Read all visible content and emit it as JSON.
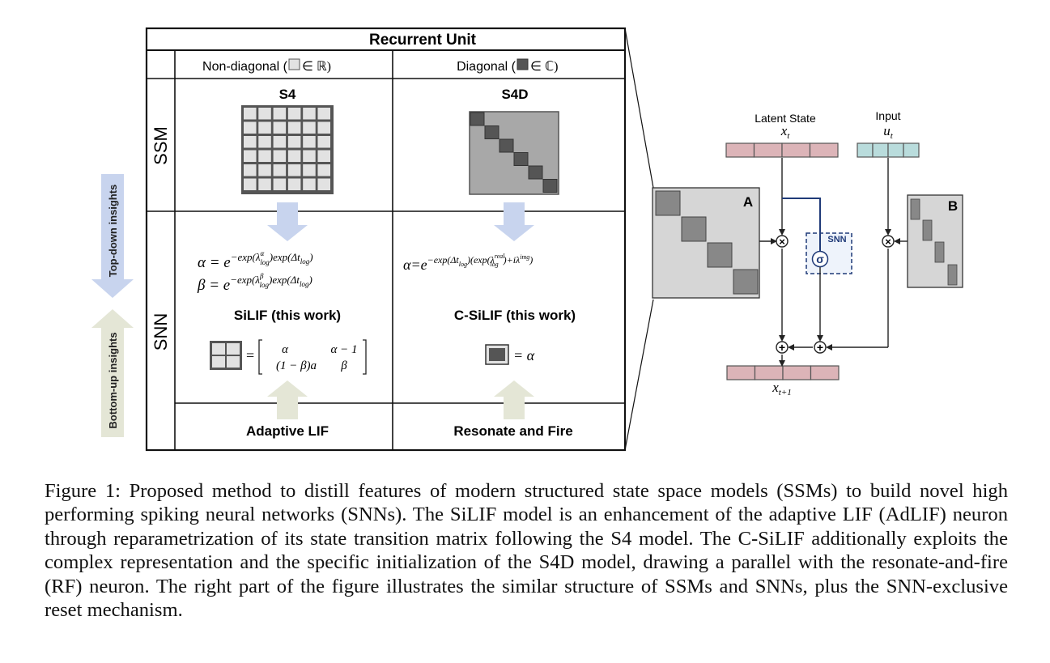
{
  "figure": {
    "table": {
      "title": "Recurrent Unit",
      "col_nondiag": "Non-diagonal (",
      "col_nondiag_set": "∈ ℝ)",
      "col_diag": "Diagonal (",
      "col_diag_set": "∈ ℂ)",
      "row_ssm": "SSM",
      "row_snn": "SNN",
      "s4_label": "S4",
      "s4d_label": "S4D",
      "alpha_lhs": "α = e",
      "alpha_exp": "−exp(λ",
      "alpha_exp_sup": "α",
      "alpha_exp_sub": "log",
      "alpha_exp_rest": ")exp(Δt",
      "alpha_exp_sub2": "log",
      "alpha_exp_end": ")",
      "beta_lhs": "β = e",
      "beta_exp": "−exp(λ",
      "beta_exp_sup": "β",
      "beta_exp_sub": "log",
      "beta_exp_rest": ")exp(Δt",
      "beta_exp_sub2": "log",
      "beta_exp_end": ")",
      "c_alpha_lhs": "α=e",
      "c_alpha_exp1": "−exp(Δt",
      "c_alpha_exp1_sub": "log",
      "c_alpha_exp2": ")(exp(λ",
      "c_alpha_exp2_sup": "real",
      "c_alpha_exp2_sub": "log",
      "c_alpha_exp3": ")+iλ",
      "c_alpha_exp3_sup": "img",
      "c_alpha_exp4": ")",
      "silif_label": "SiLIF (this work)",
      "csilif_label": "C-SiLIF (this work)",
      "matrix_eq": "=",
      "matrix_a11": "α",
      "matrix_a12": "α − 1",
      "matrix_a21": "(1 − β)a",
      "matrix_a22": "β",
      "csilif_eq": "= α",
      "adaptive_lif": "Adaptive LIF",
      "resonate_fire": "Resonate and Fire",
      "top_down": "Top-down insights",
      "bottom_up": "Bottom-up insights"
    },
    "diagram": {
      "latent_state_label": "Latent State",
      "latent_state_var": "x",
      "latent_state_sub": "t",
      "input_label": "Input",
      "input_var": "u",
      "input_sub": "t",
      "matrix_a_label": "A",
      "matrix_b_label": "B",
      "snn_label": "SNN",
      "sigma_symbol": "σ",
      "output_var": "x",
      "output_sub": "t+1",
      "multiply_symbol": "×",
      "add_symbol": "+"
    },
    "colors": {
      "state_cell": "#dcb4b8",
      "input_cell": "#b9dcdc",
      "arrow_blue": "#c8d4ee",
      "arrow_beige": "#e4e6d6",
      "snn_blue": "#1f3a78",
      "dark_block": "#555555",
      "light_block": "#d6d6d6"
    }
  },
  "caption": {
    "text": "Figure 1: Proposed method to distill features of modern structured state space models (SSMs) to build novel high performing spiking neural networks (SNNs). The SiLIF model is an enhancement of the adaptive LIF (AdLIF) neuron through reparametrization of its state transition matrix following the S4 model. The C-SiLIF additionally exploits the complex representation and the specific initialization of the S4D model, drawing a parallel with the resonate-and-fire (RF) neuron. The right part of the figure illustrates the similar structure of SSMs and SNNs, plus the SNN-exclusive reset mechanism."
  }
}
